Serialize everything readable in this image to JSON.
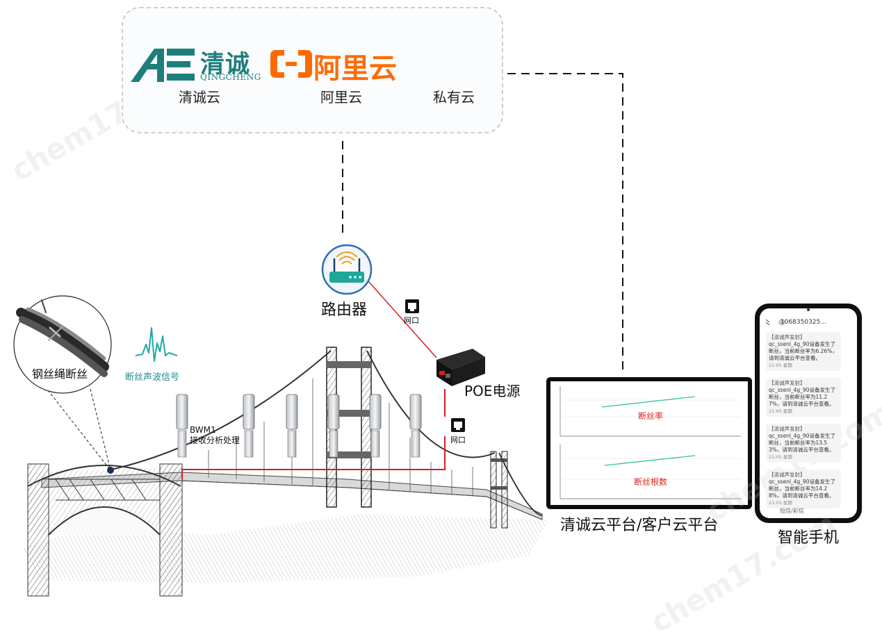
{
  "clouds": {
    "qingcheng_logo_main": "清诚",
    "qingcheng_logo_sub": "QINGCHENG",
    "qingcheng_label": "清诚云",
    "aliyun_logo_text": "阿里云",
    "aliyun_label": "阿里云",
    "private_label": "私有云"
  },
  "network": {
    "router_label": "路由器",
    "poe_label": "POE电源",
    "port_label_1": "网口",
    "port_label_2": "网口"
  },
  "bridge": {
    "sensor_name": "BWM1",
    "sensor_desc": "接收分析处理",
    "magnifier_label": "钢丝绳断丝",
    "signal_label": "断丝声波信号"
  },
  "laptop": {
    "label": "清诚云平台/客户云平台",
    "chart1_label": "断丝率",
    "chart2_label": "断丝根数"
  },
  "phone": {
    "label": "智能手机",
    "number": "1068350325...",
    "input_hint": "短信/彩信",
    "messages": [
      {
        "head": "【清诚声发射】",
        "body": "qc_ssenl_4g_90设备发生了断丝，当前断丝率为6.26%，请到清诚云平台查看。",
        "time": "21:05 星期"
      },
      {
        "head": "【清诚声发射】",
        "body": "qc_ssenl_4g_90设备发生了断丝，当前断丝率为11.27%，请到清诚云平台查看。",
        "time": "21:05 星期"
      },
      {
        "head": "【清诚声发射】",
        "body": "qc_ssenl_4g_90设备发生了断丝，当前断丝率为13.53%，请到清诚云平台查看。",
        "time": "21:05 星期"
      },
      {
        "head": "【清诚声发射】",
        "body": "qc_ssenl_4g_90设备发生了断丝，当前断丝率为14.28%，请到清诚云平台查看。",
        "time": "21:05 星期"
      }
    ]
  },
  "watermark": {
    "text_1": "chem17.com",
    "text_2": "chem17.com",
    "text_3": "chem17.com"
  },
  "colors": {
    "accent_red": "#e0261b",
    "teal": "#1e7e7c",
    "orange": "#ff6a00",
    "cable_red": "#d81e1e"
  }
}
